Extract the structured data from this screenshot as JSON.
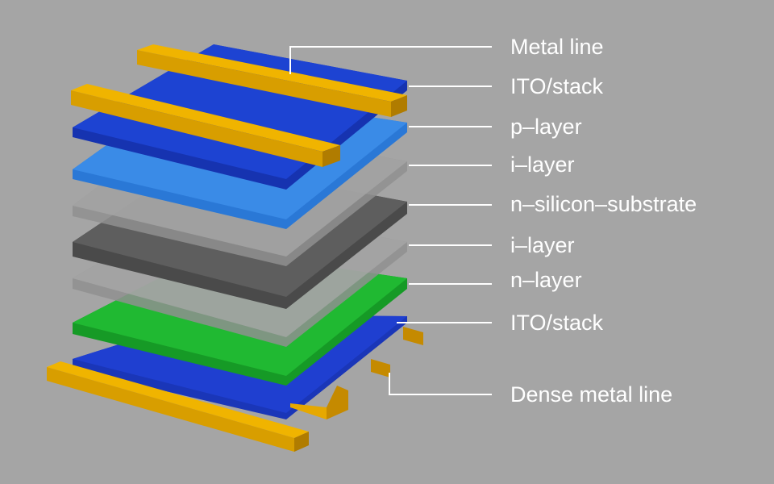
{
  "colors": {
    "background": "#a5a5a5",
    "metal": "#e6a800",
    "ito": "#1f3fd0",
    "p_layer": "#3a8ce8",
    "i_layer": "#9a9a9a",
    "substrate": "#5a5a5a",
    "n_layer": "#1fb832",
    "leader": "#ffffff"
  },
  "labels": [
    {
      "id": "metal-line",
      "text": "Metal line"
    },
    {
      "id": "ito-top",
      "text": "ITO/stack"
    },
    {
      "id": "p-layer",
      "text": "p–layer"
    },
    {
      "id": "i-layer-top",
      "text": "i–layer"
    },
    {
      "id": "n-silicon-substrate",
      "text": "n–silicon–substrate"
    },
    {
      "id": "i-layer-bottom",
      "text": "i–layer"
    },
    {
      "id": "n-layer",
      "text": "n–layer"
    },
    {
      "id": "ito-bottom",
      "text": "ITO/stack"
    },
    {
      "id": "dense-metal-line",
      "text": "Dense metal line"
    }
  ]
}
